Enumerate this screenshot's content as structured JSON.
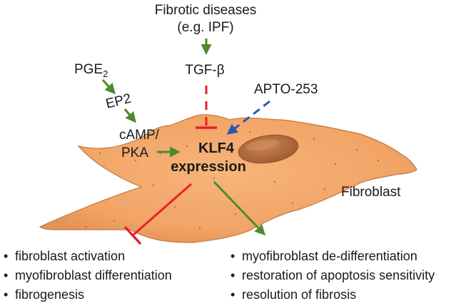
{
  "title_line1": "Fibrotic diseases",
  "title_line2": "(e.g. IPF)",
  "tgf": "TGF-β",
  "pge_base": "PGE",
  "pge_sub": "2",
  "ep2": "EP2",
  "camp": "cAMP/",
  "pka": "PKA",
  "apto": "APTO-253",
  "klf4_line1": "KLF4",
  "klf4_line2": "expression",
  "cell_label": "Fibroblast",
  "inhibited_effects": [
    "fibroblast activation",
    "myofibroblast differentiation",
    "fibrogenesis"
  ],
  "promoted_effects": [
    "myofibroblast de-differentiation",
    "restoration of apoptosis sensitivity",
    "resolution of fibrosis"
  ],
  "colors": {
    "activation": "#4e8a2e",
    "inhibition": "#e8202a",
    "drug": "#2f58a8",
    "cell_fill": "#f4a86a",
    "cell_stroke": "#c4763c",
    "nucleus": "#b56a3e"
  }
}
